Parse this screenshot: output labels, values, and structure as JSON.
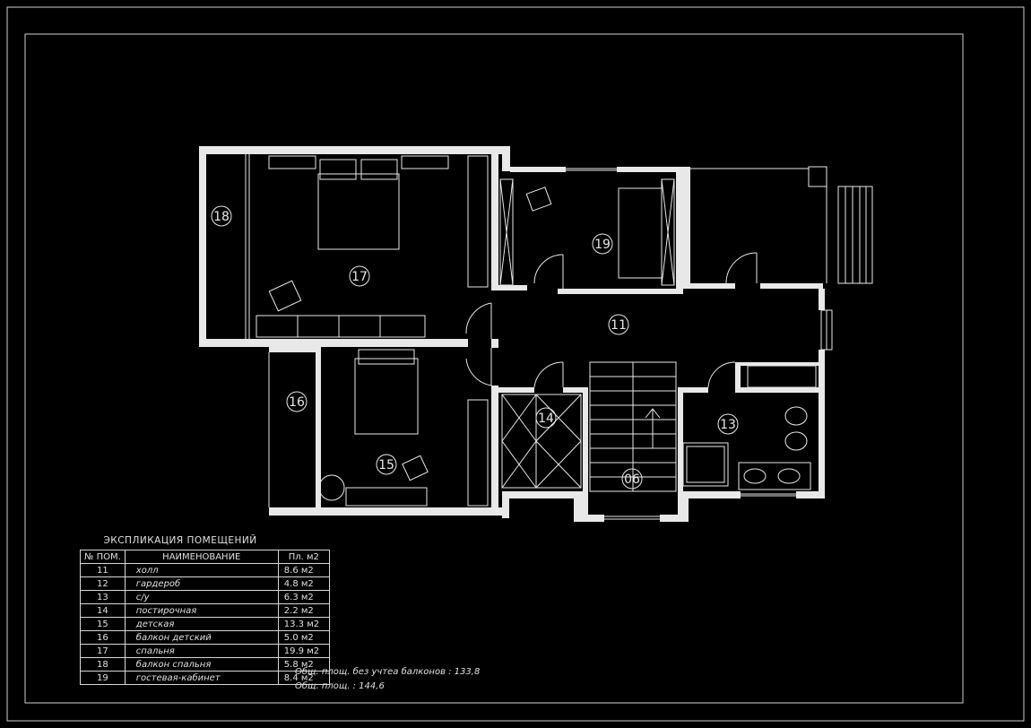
{
  "rooms": {
    "r18": "18",
    "r17": "17",
    "r19": "19",
    "r11": "11",
    "r16": "16",
    "r15": "15",
    "r14": "14",
    "r13": "13",
    "r06": "06"
  },
  "explication": {
    "title": "ЭКСПЛИКАЦИЯ ПОМЕЩЕНИЙ",
    "headers": [
      "№ ПОМ.",
      "НАИМЕНОВАНИЕ",
      "Пл. м2"
    ],
    "rows": [
      [
        "11",
        "холл",
        "8.6 м2"
      ],
      [
        "12",
        "гардероб",
        "4.8 м2"
      ],
      [
        "13",
        "с/у",
        "6.3 м2"
      ],
      [
        "14",
        "постирочная",
        "2.2 м2"
      ],
      [
        "15",
        "детская",
        "13.3 м2"
      ],
      [
        "16",
        "балкон детский",
        "5.0 м2"
      ],
      [
        "17",
        "спальня",
        "19.9 м2"
      ],
      [
        "18",
        "балкон спальня",
        "5.8 м2"
      ],
      [
        "19",
        "гостевая-кабинет",
        "8.4 м2"
      ]
    ]
  },
  "totals": {
    "line1": "Общ. площ. без учтеа балконов : 133,8",
    "line2": "Общ. площ. : 144,6"
  },
  "colors": {
    "background": "#000000",
    "lines": "#e8e8e8"
  }
}
